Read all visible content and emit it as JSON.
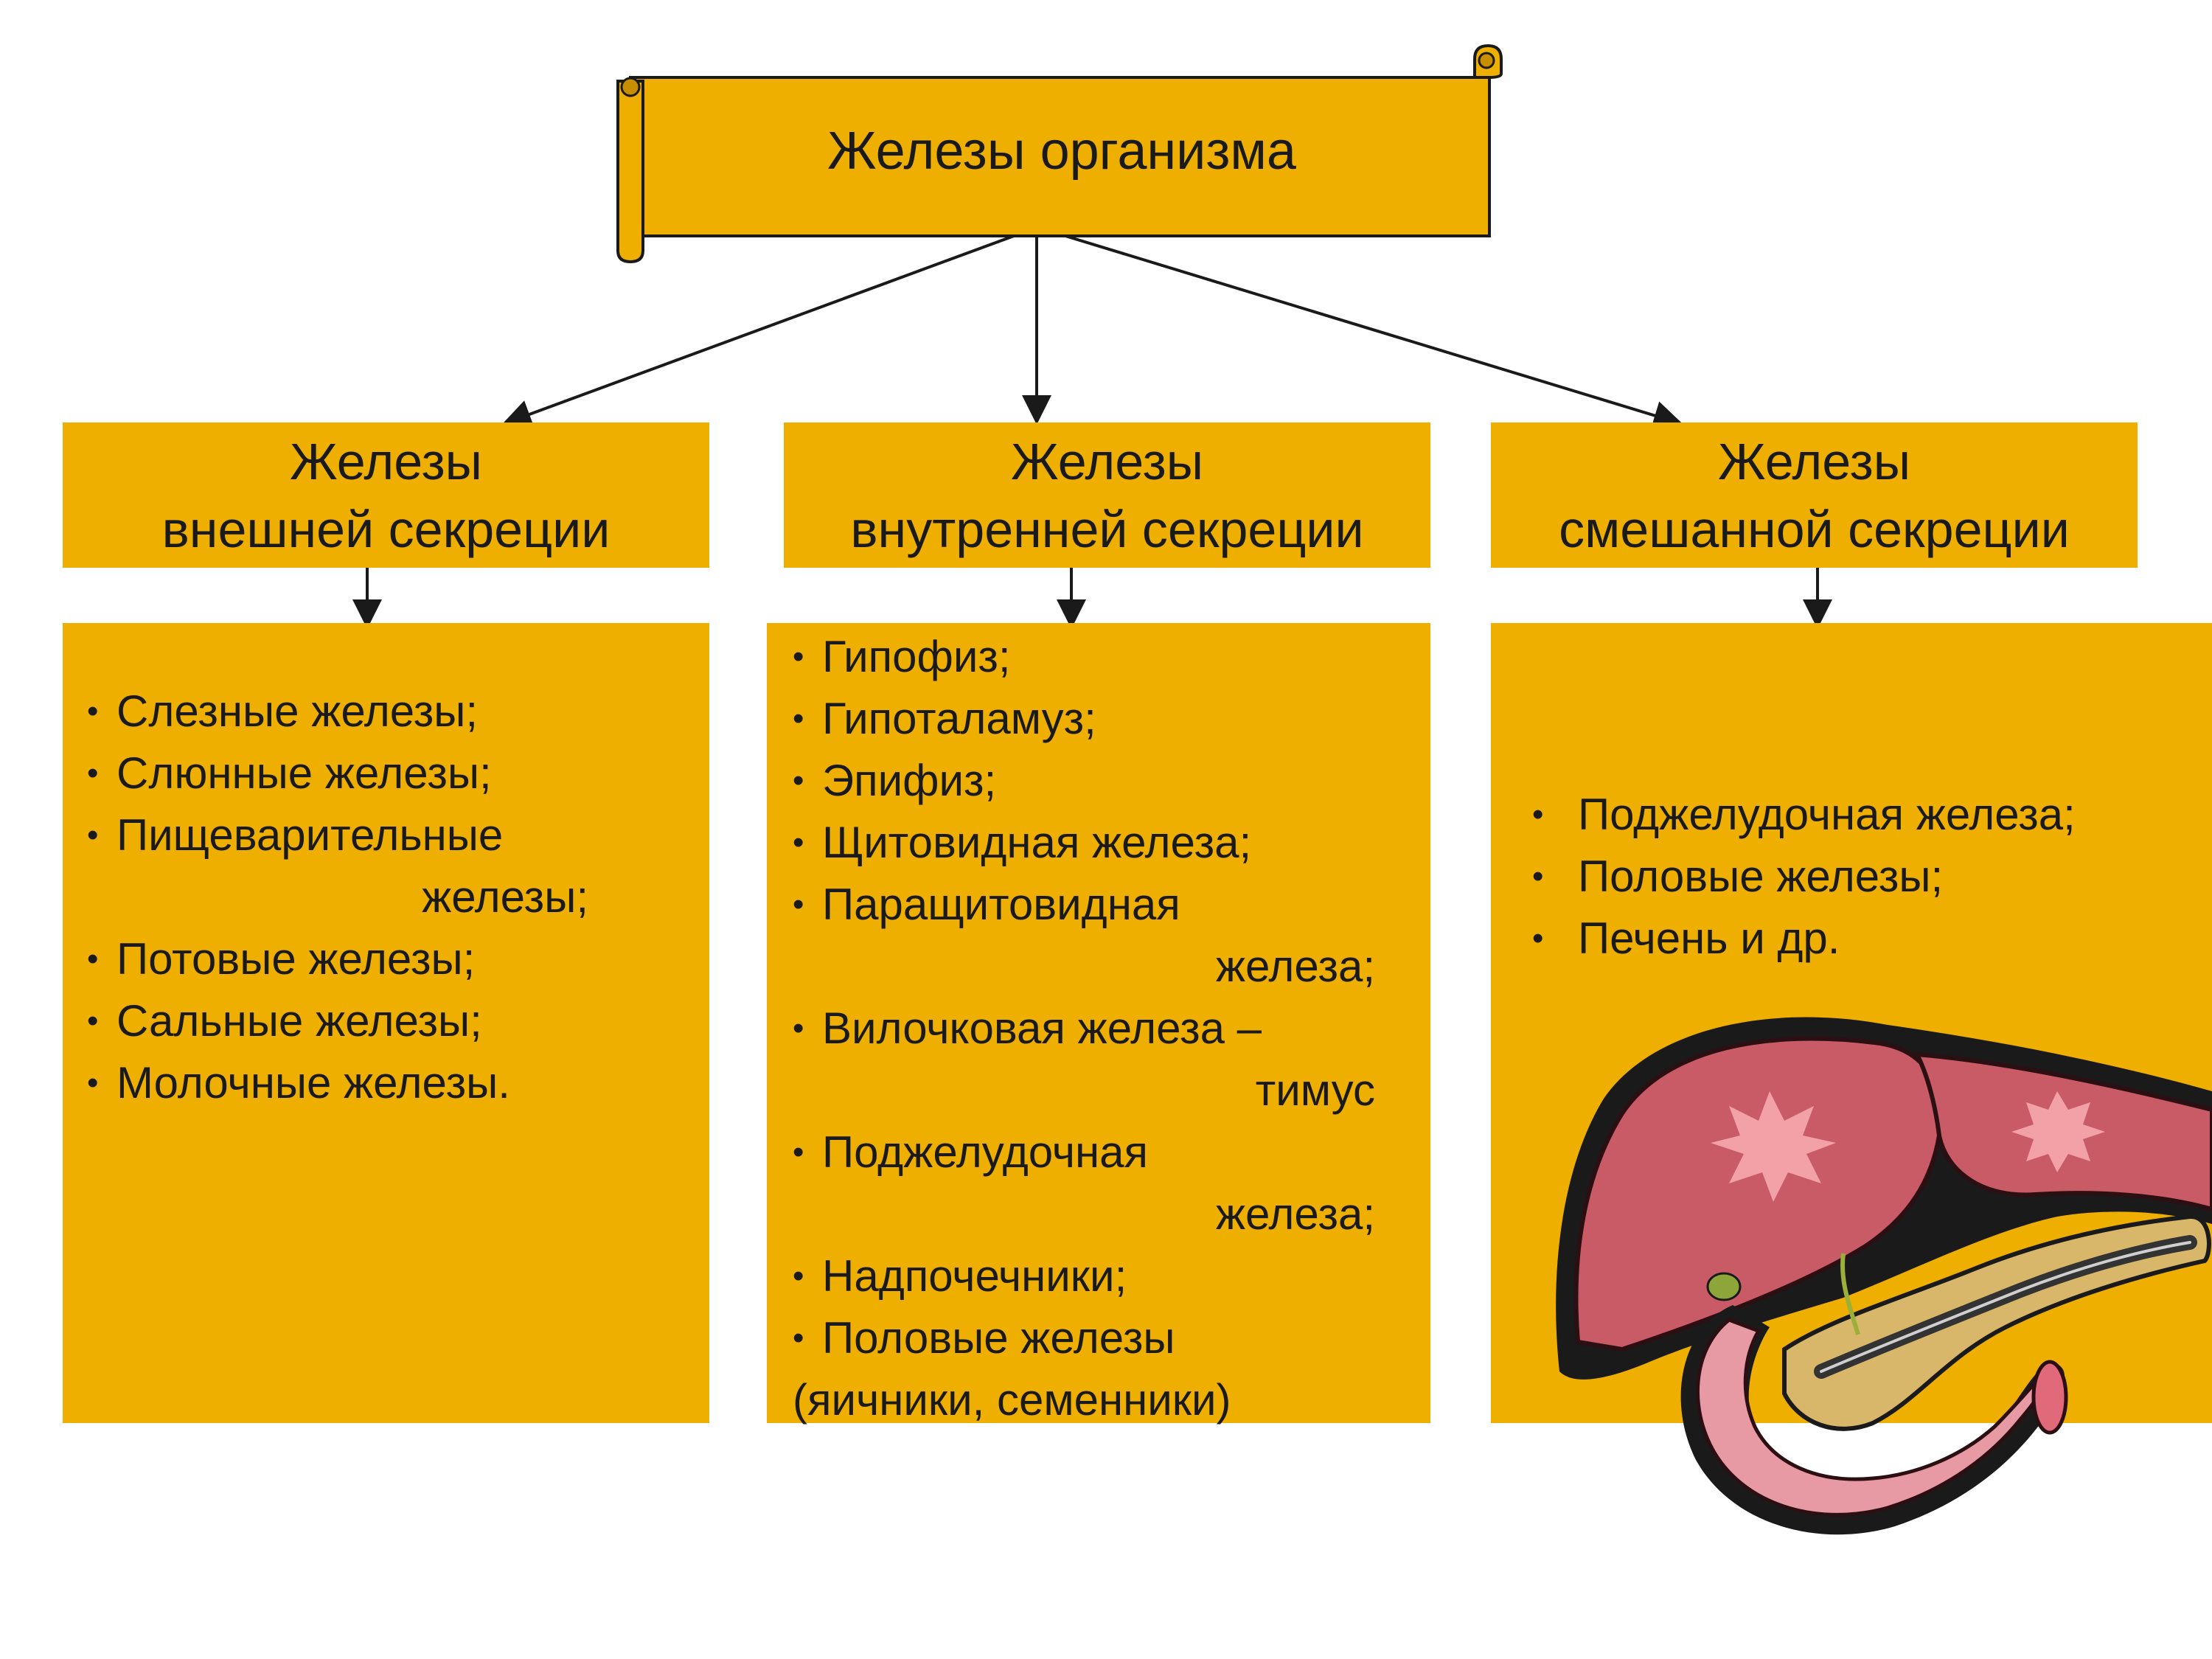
{
  "title": "Железы организма",
  "categories": [
    {
      "header_line1": "Железы",
      "header_line2": "внешней секреции",
      "items": [
        {
          "text": "Слезные  железы;"
        },
        {
          "text": "Слюнные  железы;"
        },
        {
          "text": "Пищеварительные",
          "cont": "железы;"
        },
        {
          "text": "Потовые  железы;"
        },
        {
          "text": "Сальные  железы;"
        },
        {
          "text": "Молочные  железы."
        }
      ]
    },
    {
      "header_line1": "Железы",
      "header_line2": "внутренней секреции",
      "items": [
        {
          "text": "Гипофиз;"
        },
        {
          "text": "Гипоталамуз;"
        },
        {
          "text": "Эпифиз;"
        },
        {
          "text": "Щитовидная  железа;"
        },
        {
          "text": "Паращитовидная",
          "cont": "железа;"
        },
        {
          "text": "Вилочковая  железа  –",
          "cont": "тимус"
        },
        {
          "text": "Поджелудочная",
          "cont": "железа;"
        },
        {
          "text": "Надпочечники;"
        },
        {
          "text": "Половые  железы",
          "cont2": "(яичники, семенники)"
        }
      ]
    },
    {
      "header_line1": "Железы",
      "header_line2": "смешанной секреции",
      "items": [
        {
          "text": "Поджелудочная  железа;"
        },
        {
          "text": "Половые  железы;"
        },
        {
          "text": "Печень  и др."
        }
      ]
    }
  ],
  "colors": {
    "box_fill": "#efaf00",
    "scroll_fill": "#efaf00",
    "liver": "#c85b66",
    "pancreas": "#d8b76a",
    "outline": "#1a1a1a"
  },
  "icons": {
    "liver_pancreas": "liver-pancreas-illustration"
  }
}
